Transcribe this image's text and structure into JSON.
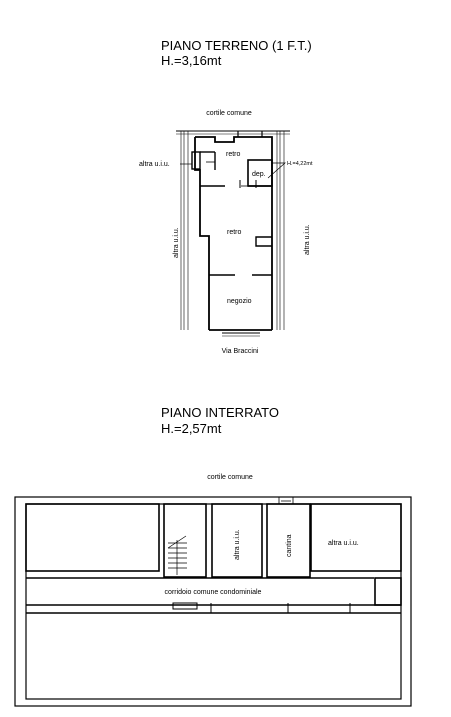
{
  "ground_floor": {
    "title": "PIANO TERRENO (1 F.T.)",
    "height": "H.=3,16mt",
    "labels": {
      "courtyard": "cortile comune",
      "other_unit_left": "altra u.i.u.",
      "rear_top": "retro",
      "storage": "dep.",
      "storage_height": "H.=4,22mt",
      "rear_middle": "retro",
      "shop": "negozio",
      "other_unit_vertical_left": "altra u.i.u.",
      "other_unit_vertical_right": "altra u.i.u.",
      "street": "Via Braccini"
    }
  },
  "basement": {
    "title": "PIANO INTERRATO",
    "height": "H.=2,57mt",
    "labels": {
      "courtyard": "cortile comune",
      "other_unit_vertical": "altra u.i.u.",
      "cellar": "cantina",
      "other_unit": "altra u.i.u.",
      "corridor": "corridoio comune condominiale"
    }
  }
}
